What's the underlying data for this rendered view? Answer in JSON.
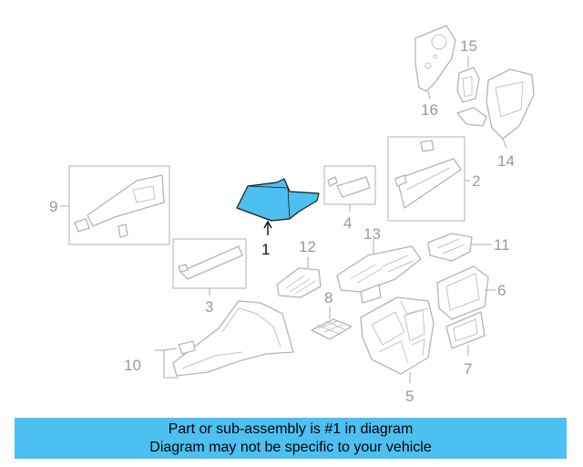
{
  "callouts": {
    "c1": "1",
    "c2": "2",
    "c3": "3",
    "c4": "4",
    "c5": "5",
    "c6": "6",
    "c7": "7",
    "c8": "8",
    "c9": "9",
    "c10": "10",
    "c11": "11",
    "c12": "12",
    "c13": "13",
    "c14": "14",
    "c15": "15",
    "c16": "16"
  },
  "colors": {
    "highlight_part": "#4cc0f0",
    "banner": "#4cc0f0",
    "line_art": "#b4b4b4"
  },
  "banner": {
    "line1": "Part or sub-assembly is #1 in diagram",
    "line2": "Diagram may not be specific to your vehicle"
  }
}
